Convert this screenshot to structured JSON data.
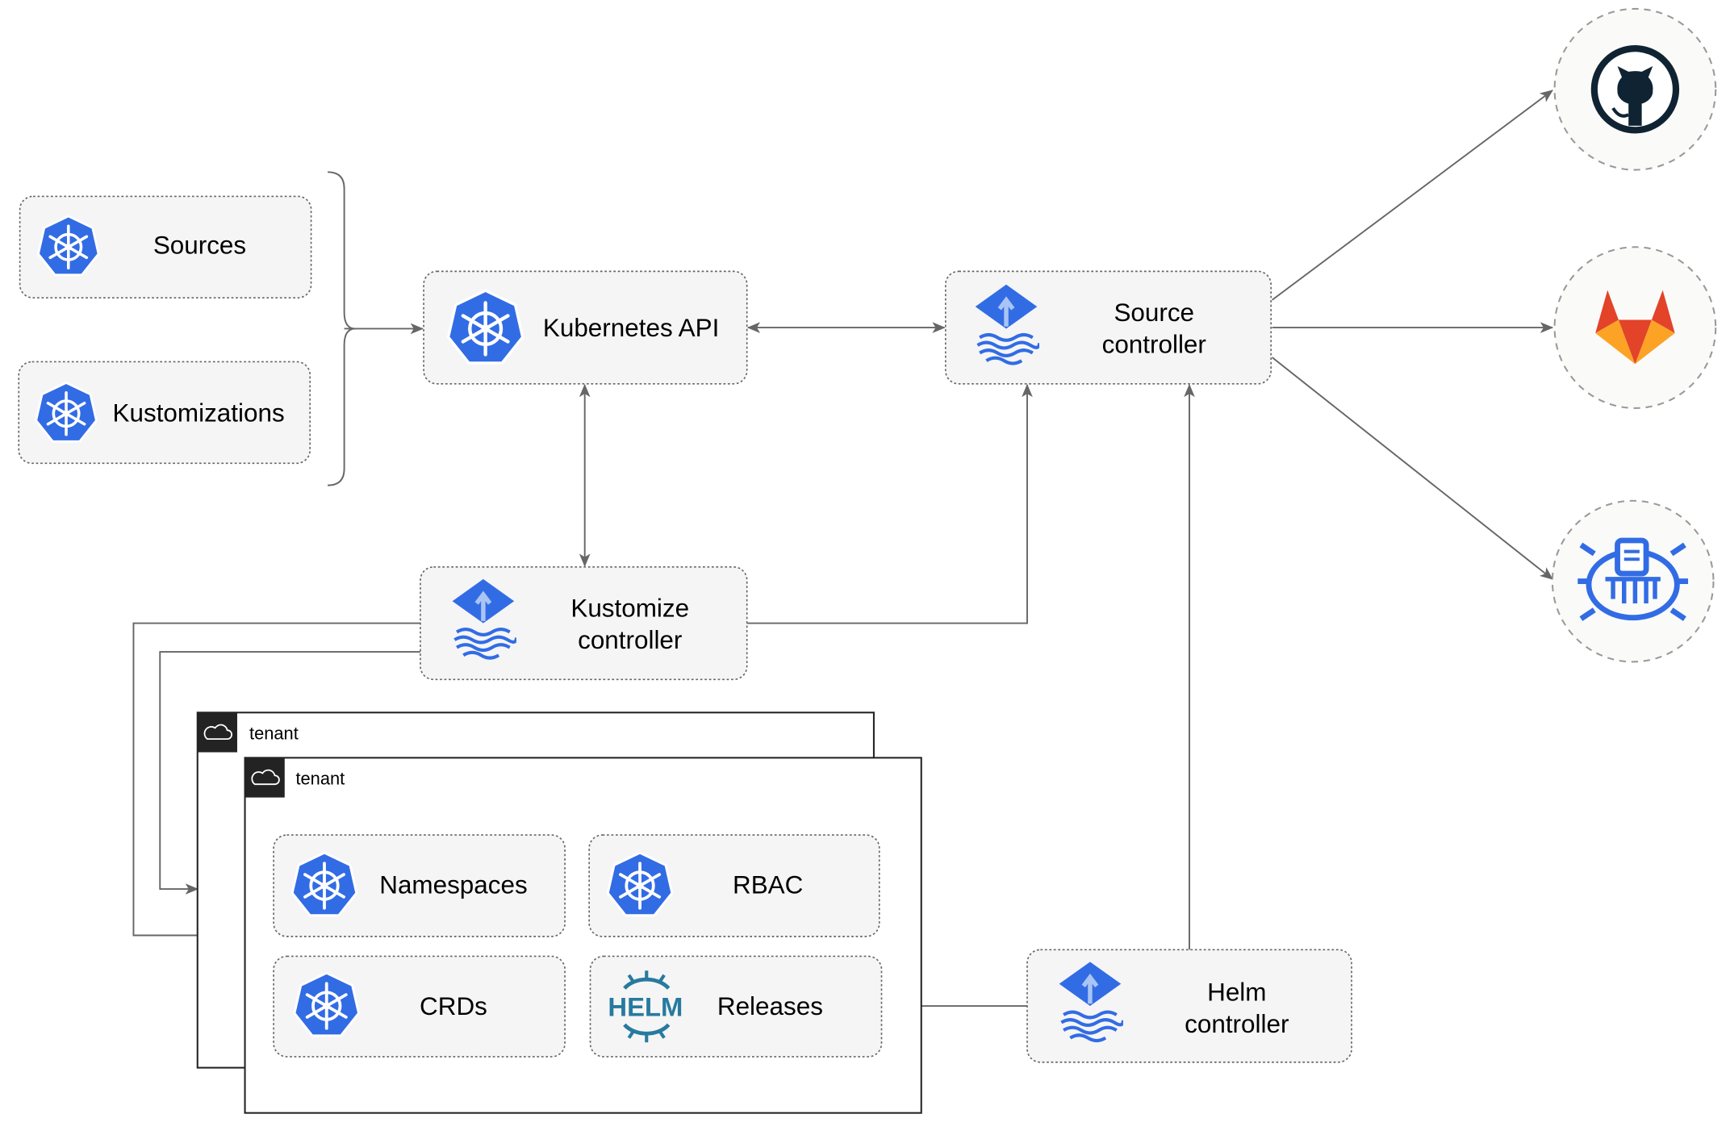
{
  "colors": {
    "kubernetes_blue": "#326ce5",
    "flux_blue": "#326ce5",
    "line": "#666666",
    "box_fill": "#f5f5f5",
    "github": "#0f2333",
    "gitlab_orange": "#e24329",
    "gitlab_yellow": "#fca326",
    "helm": "#277a9f"
  },
  "nodes": {
    "sources": {
      "label": "Sources",
      "icon": "kubernetes-icon"
    },
    "kustomizations": {
      "label": "Kustomizations",
      "icon": "kubernetes-icon"
    },
    "kubernetes_api": {
      "label": "Kubernetes API",
      "icon": "kubernetes-icon"
    },
    "source_controller": {
      "line1": "Source",
      "line2": "controller",
      "icon": "flux-icon"
    },
    "kustomize_controller": {
      "line1": "Kustomize",
      "line2": "controller",
      "icon": "flux-icon"
    },
    "helm_controller": {
      "line1": "Helm",
      "line2": "controller",
      "icon": "flux-icon"
    },
    "namespaces": {
      "label": "Namespaces",
      "icon": "kubernetes-icon"
    },
    "rbac": {
      "label": "RBAC",
      "icon": "kubernetes-icon"
    },
    "crds": {
      "label": "CRDs",
      "icon": "kubernetes-icon"
    },
    "releases": {
      "label": "Releases",
      "icon": "helm-icon",
      "logo_text": "HELM"
    }
  },
  "tenants": [
    {
      "label": "tenant",
      "icon": "cloud-icon"
    },
    {
      "label": "tenant",
      "icon": "cloud-icon"
    }
  ],
  "external_sources": [
    {
      "icon": "github-icon"
    },
    {
      "icon": "gitlab-icon"
    },
    {
      "icon": "bucket-icon"
    }
  ]
}
